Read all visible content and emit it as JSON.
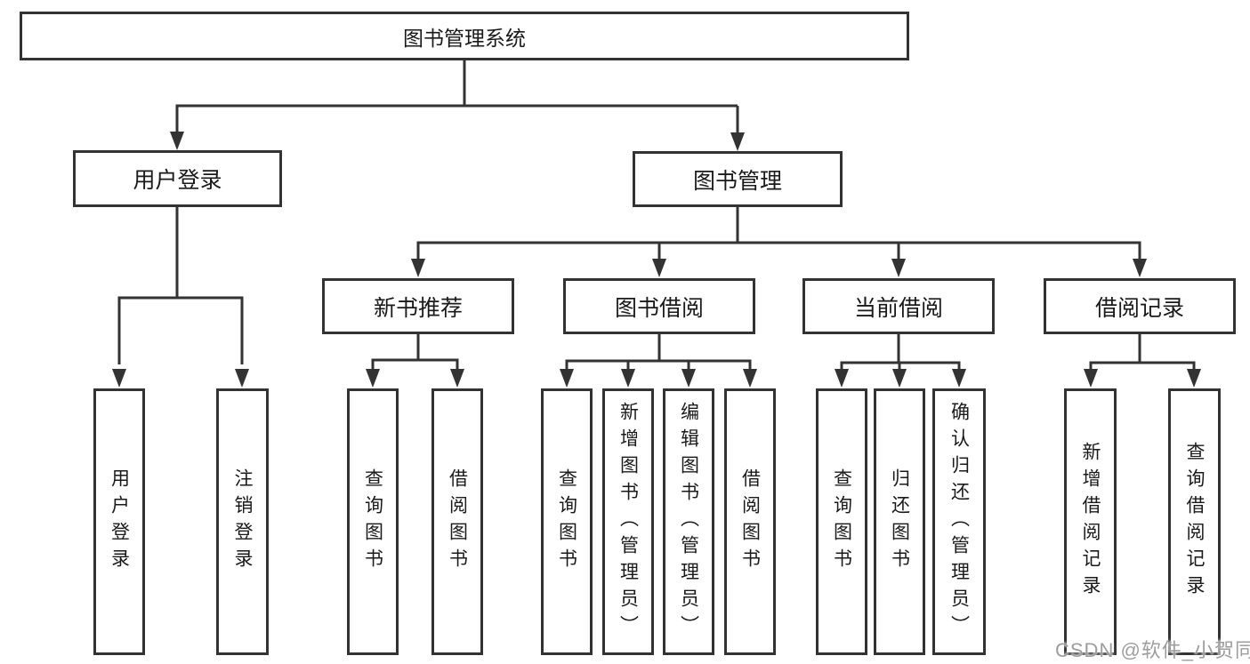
{
  "diagram": {
    "root": {
      "label": "图书管理系统"
    },
    "branches": [
      {
        "label": "用户登录",
        "leaves": [
          {
            "label": "用户登录"
          },
          {
            "label": "注销登录"
          }
        ]
      },
      {
        "label": "图书管理",
        "groups": [
          {
            "label": "新书推荐",
            "leaves": [
              {
                "label": "查询图书"
              },
              {
                "label": "借阅图书"
              }
            ]
          },
          {
            "label": "图书借阅",
            "leaves": [
              {
                "label": "查询图书"
              },
              {
                "label": "新增图书（管理员）"
              },
              {
                "label": "编辑图书（管理员）"
              },
              {
                "label": "借阅图书"
              }
            ]
          },
          {
            "label": "当前借阅",
            "leaves": [
              {
                "label": "查询图书"
              },
              {
                "label": "归还图书"
              },
              {
                "label": "确认归还（管理员）"
              }
            ]
          },
          {
            "label": "借阅记录",
            "leaves": [
              {
                "label": "新增借阅记录"
              },
              {
                "label": "查询借阅记录"
              }
            ]
          }
        ]
      }
    ]
  },
  "watermark": {
    "text": "CSDN @软件_小贺同学"
  },
  "colors": {
    "line": "#333333",
    "text": "#1a1a1a",
    "watermark": "#9d9d9d",
    "background": "#ffffff"
  }
}
